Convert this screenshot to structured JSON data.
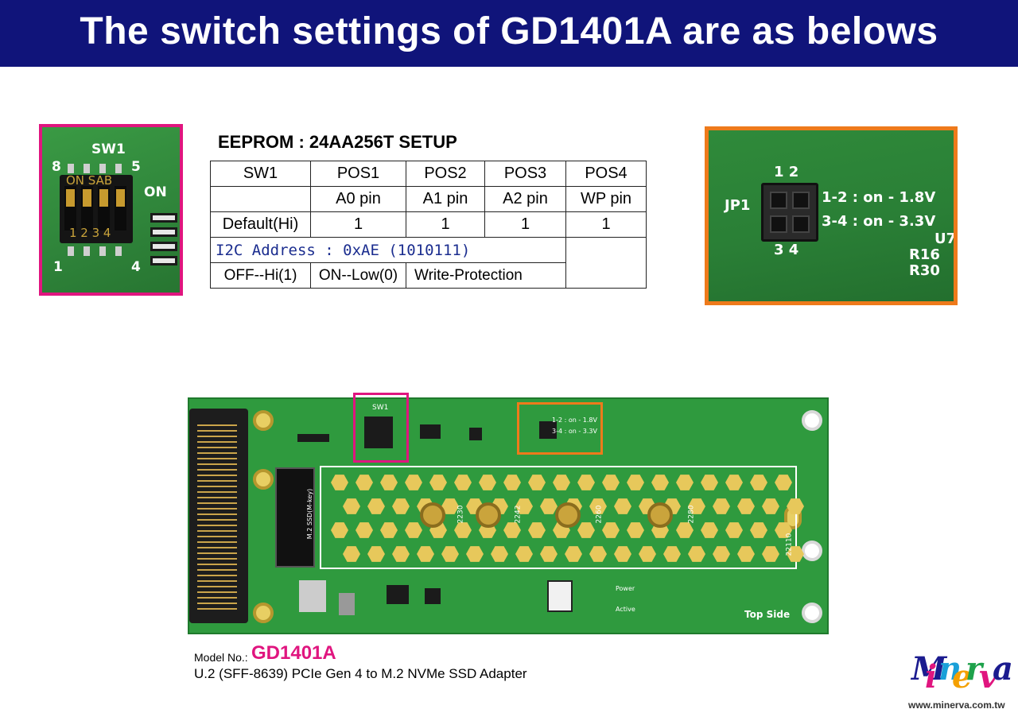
{
  "header": {
    "title": "The switch settings of GD1401A are as belows"
  },
  "sw_photo": {
    "label_sw1": "SW1",
    "label_8": "8",
    "label_5": "5",
    "label_1": "1",
    "label_4": "4",
    "label_on_side": "ON",
    "dip_top": "ON  SAB",
    "dip_bottom": "1 2 3 4",
    "border_color": "#e0157f"
  },
  "eeprom": {
    "title": "EEPROM : 24AA256T SETUP",
    "header": [
      "SW1",
      "POS1",
      "POS2",
      "POS3",
      "POS4"
    ],
    "pins": [
      "",
      "A0 pin",
      "A1 pin",
      "A2 pin",
      "WP pin"
    ],
    "default_row": [
      "Default(Hi)",
      "1",
      "1",
      "1",
      "1"
    ],
    "i2c_address": "I2C Address : 0xAE (1010111)",
    "legend": [
      "OFF--Hi(1)",
      "ON--Low(0)",
      "Write-Protection"
    ]
  },
  "jp_photo": {
    "label_jp1": "JP1",
    "pin_top": "1  2",
    "pin_bottom": "3  4",
    "setting_1": "1-2 : on - 1.8V",
    "setting_2": "3-4 : on - 3.3V",
    "label_u7": "U7",
    "label_r16": "R16",
    "label_r30": "R30",
    "border_color": "#ee7a1b"
  },
  "board": {
    "silk_sizes": [
      "2230",
      "2242",
      "2260",
      "2280",
      "22110"
    ],
    "silk_key": "M.2 SSD(M-key)",
    "top_side": "Top Side",
    "silk_sw1": "SW1",
    "silk_jp": "1-2 : on - 1.8V",
    "silk_jp2": "3-4 : on - 3.3V",
    "silk_power": "Power",
    "silk_active": "Active"
  },
  "footer": {
    "model_label": "Model No.:",
    "model_no": "GD1401A",
    "product": "U.2 (SFF-8639) PCIe Gen 4 to M.2 NVMe SSD Adapter",
    "logo_letters": [
      "M",
      "i",
      "n",
      "e",
      "r",
      "v",
      "a"
    ],
    "logo_colors": [
      "#1b1b8f",
      "#e0157f",
      "#1aa0d8",
      "#f4a000",
      "#1ea24b",
      "#e0157f",
      "#1b1b8f"
    ],
    "website": "www.minerva.com.tw"
  }
}
